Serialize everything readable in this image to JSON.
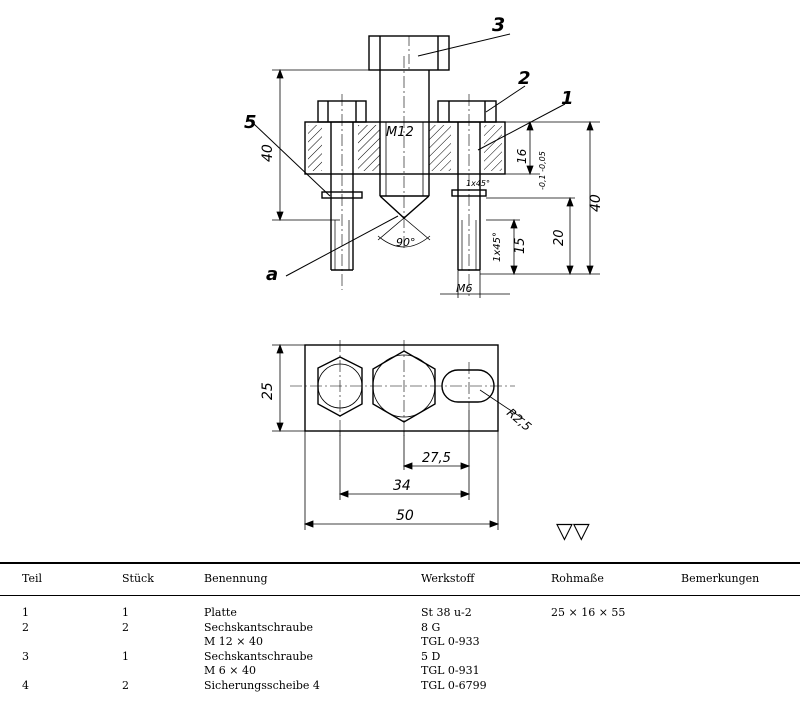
{
  "callouts": {
    "plate": "1",
    "hex_bolt_small": "2",
    "hex_bolt_large": "3",
    "washer": "5",
    "angle_ref": "a"
  },
  "dimensions": {
    "height_40_left": "40",
    "thread_large": "M12",
    "angle": "90°",
    "thickness_16": "16",
    "tolerance": "-0,1 -0,05",
    "chamfer_top": "1x45°",
    "chamfer_bottom": "1x45°",
    "length_15": "15",
    "length_20": "20",
    "height_40_right": "40",
    "thread_small": "M6",
    "width_25": "25",
    "radius": "R2,5",
    "spacing_27_5": "27,5",
    "spacing_34": "34",
    "length_50": "50"
  },
  "surface_symbol": "▽▽",
  "parts_table": {
    "headers": [
      "Teil",
      "Stück",
      "Benennung",
      "Werkstoff",
      "Rohmaße",
      "Bemerkungen"
    ],
    "rows": [
      {
        "teil": "1",
        "stueck": "1",
        "benennung": "Platte",
        "werkstoff": "St 38 u-2",
        "rohmasse": "25 × 16 × 55",
        "bemerkungen": ""
      },
      {
        "teil": "2",
        "stueck": "2",
        "benennung": "Sechskantschraube",
        "werkstoff": "8 G",
        "rohmasse": "",
        "bemerkungen": ""
      },
      {
        "teil": "",
        "stueck": "",
        "benennung": "M 12 × 40",
        "werkstoff": "TGL 0-933",
        "rohmasse": "",
        "bemerkungen": ""
      },
      {
        "teil": "3",
        "stueck": "1",
        "benennung": "Sechskantschraube",
        "werkstoff": "5 D",
        "rohmasse": "",
        "bemerkungen": ""
      },
      {
        "teil": "",
        "stueck": "",
        "benennung": "M 6 × 40",
        "werkstoff": "TGL 0-931",
        "rohmasse": "",
        "bemerkungen": ""
      },
      {
        "teil": "4",
        "stueck": "2",
        "benennung": "Sicherungsscheibe 4",
        "werkstoff": "TGL 0-6799",
        "rohmasse": "",
        "bemerkungen": ""
      }
    ]
  }
}
